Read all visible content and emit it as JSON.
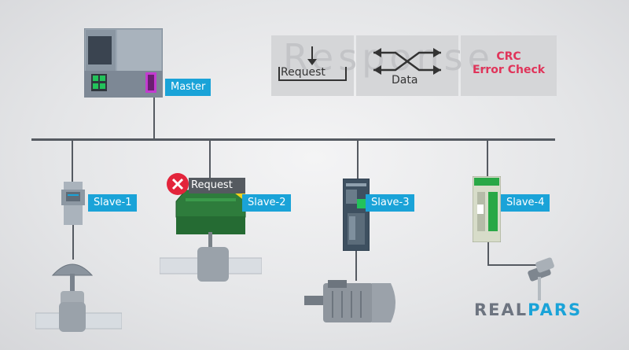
{
  "legend": {
    "watermark": "Response",
    "request": "Request",
    "data": "Data",
    "crc_line1": "CRC",
    "crc_line2": "Error Check"
  },
  "master": {
    "label": "Master"
  },
  "slaves": [
    {
      "label": "Slave-1"
    },
    {
      "label": "Slave-2"
    },
    {
      "label": "Slave-3"
    },
    {
      "label": "Slave-4"
    }
  ],
  "error_request": {
    "label": "Request"
  },
  "brand": {
    "part1": "REAL",
    "part2": "PARS"
  },
  "colors": {
    "tag_blue": "#1aa3d8",
    "crc_red": "#e0345a",
    "wire": "#555a61",
    "error_red": "#e3243b"
  }
}
